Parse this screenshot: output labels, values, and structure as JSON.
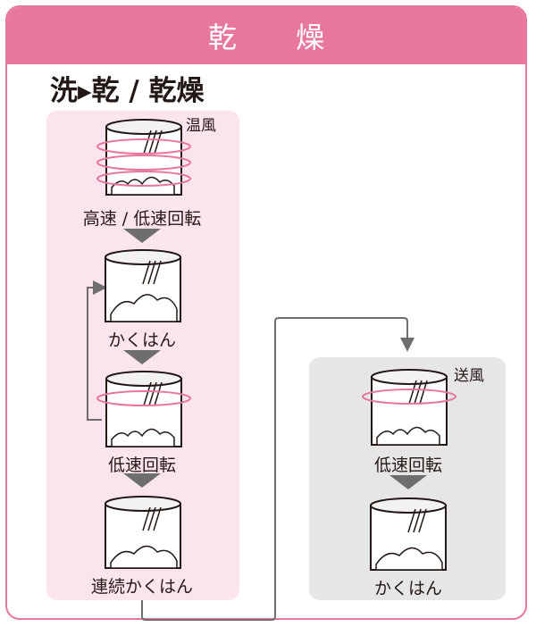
{
  "header": {
    "title": "乾 燥"
  },
  "mode": {
    "title": "洗▸乾 / 乾燥"
  },
  "steps": {
    "warm_air": "温風",
    "step1": "高速 / 低速回転",
    "step2": "かくはん",
    "step3": "低速回転",
    "step4": "連続かくはん",
    "fan_air": "送風",
    "step5": "低速回転",
    "step6": "かくはん"
  },
  "colors": {
    "accent": "#e7779f",
    "panel_pink": "#fce4ee",
    "panel_gray": "#e6e6e6",
    "arrow_gray": "#6e6e6e"
  }
}
